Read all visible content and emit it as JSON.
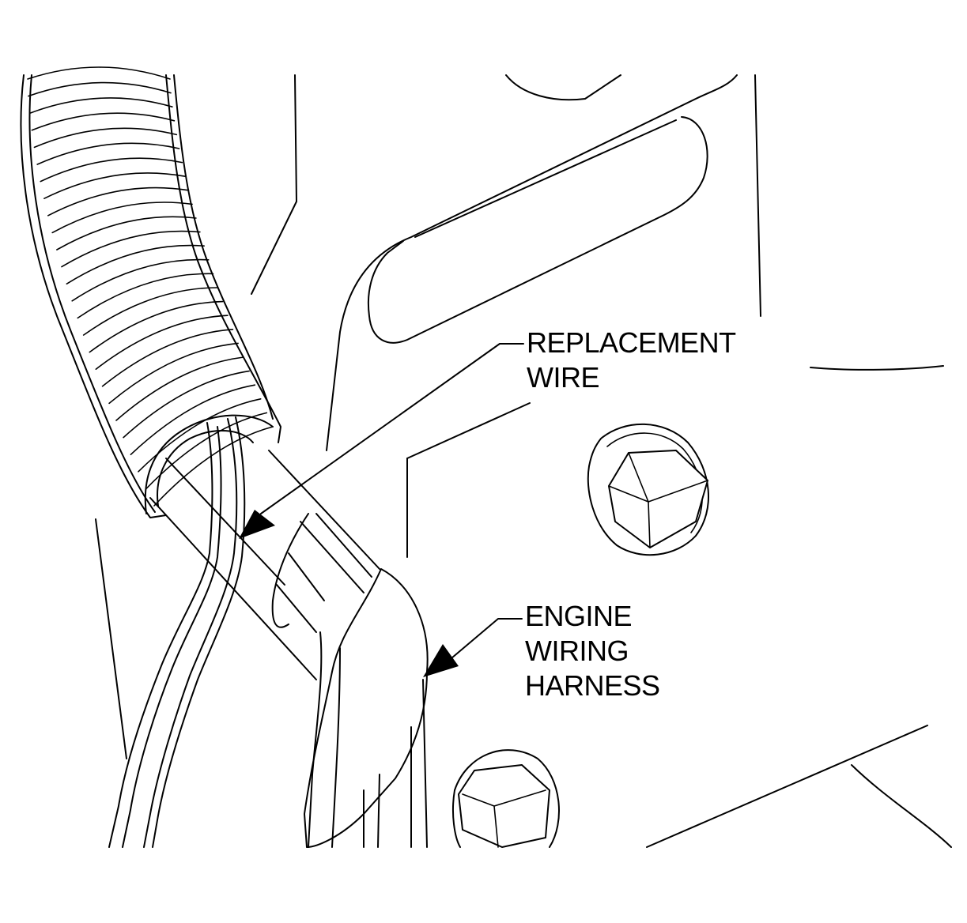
{
  "labels": {
    "replacement_wire": [
      "REPLACEMENT",
      "WIRE"
    ],
    "engine_wiring_harness": [
      "ENGINE",
      "WIRING",
      "HARNESS"
    ]
  },
  "colors": {
    "line": "#000000",
    "background": "#ffffff"
  }
}
